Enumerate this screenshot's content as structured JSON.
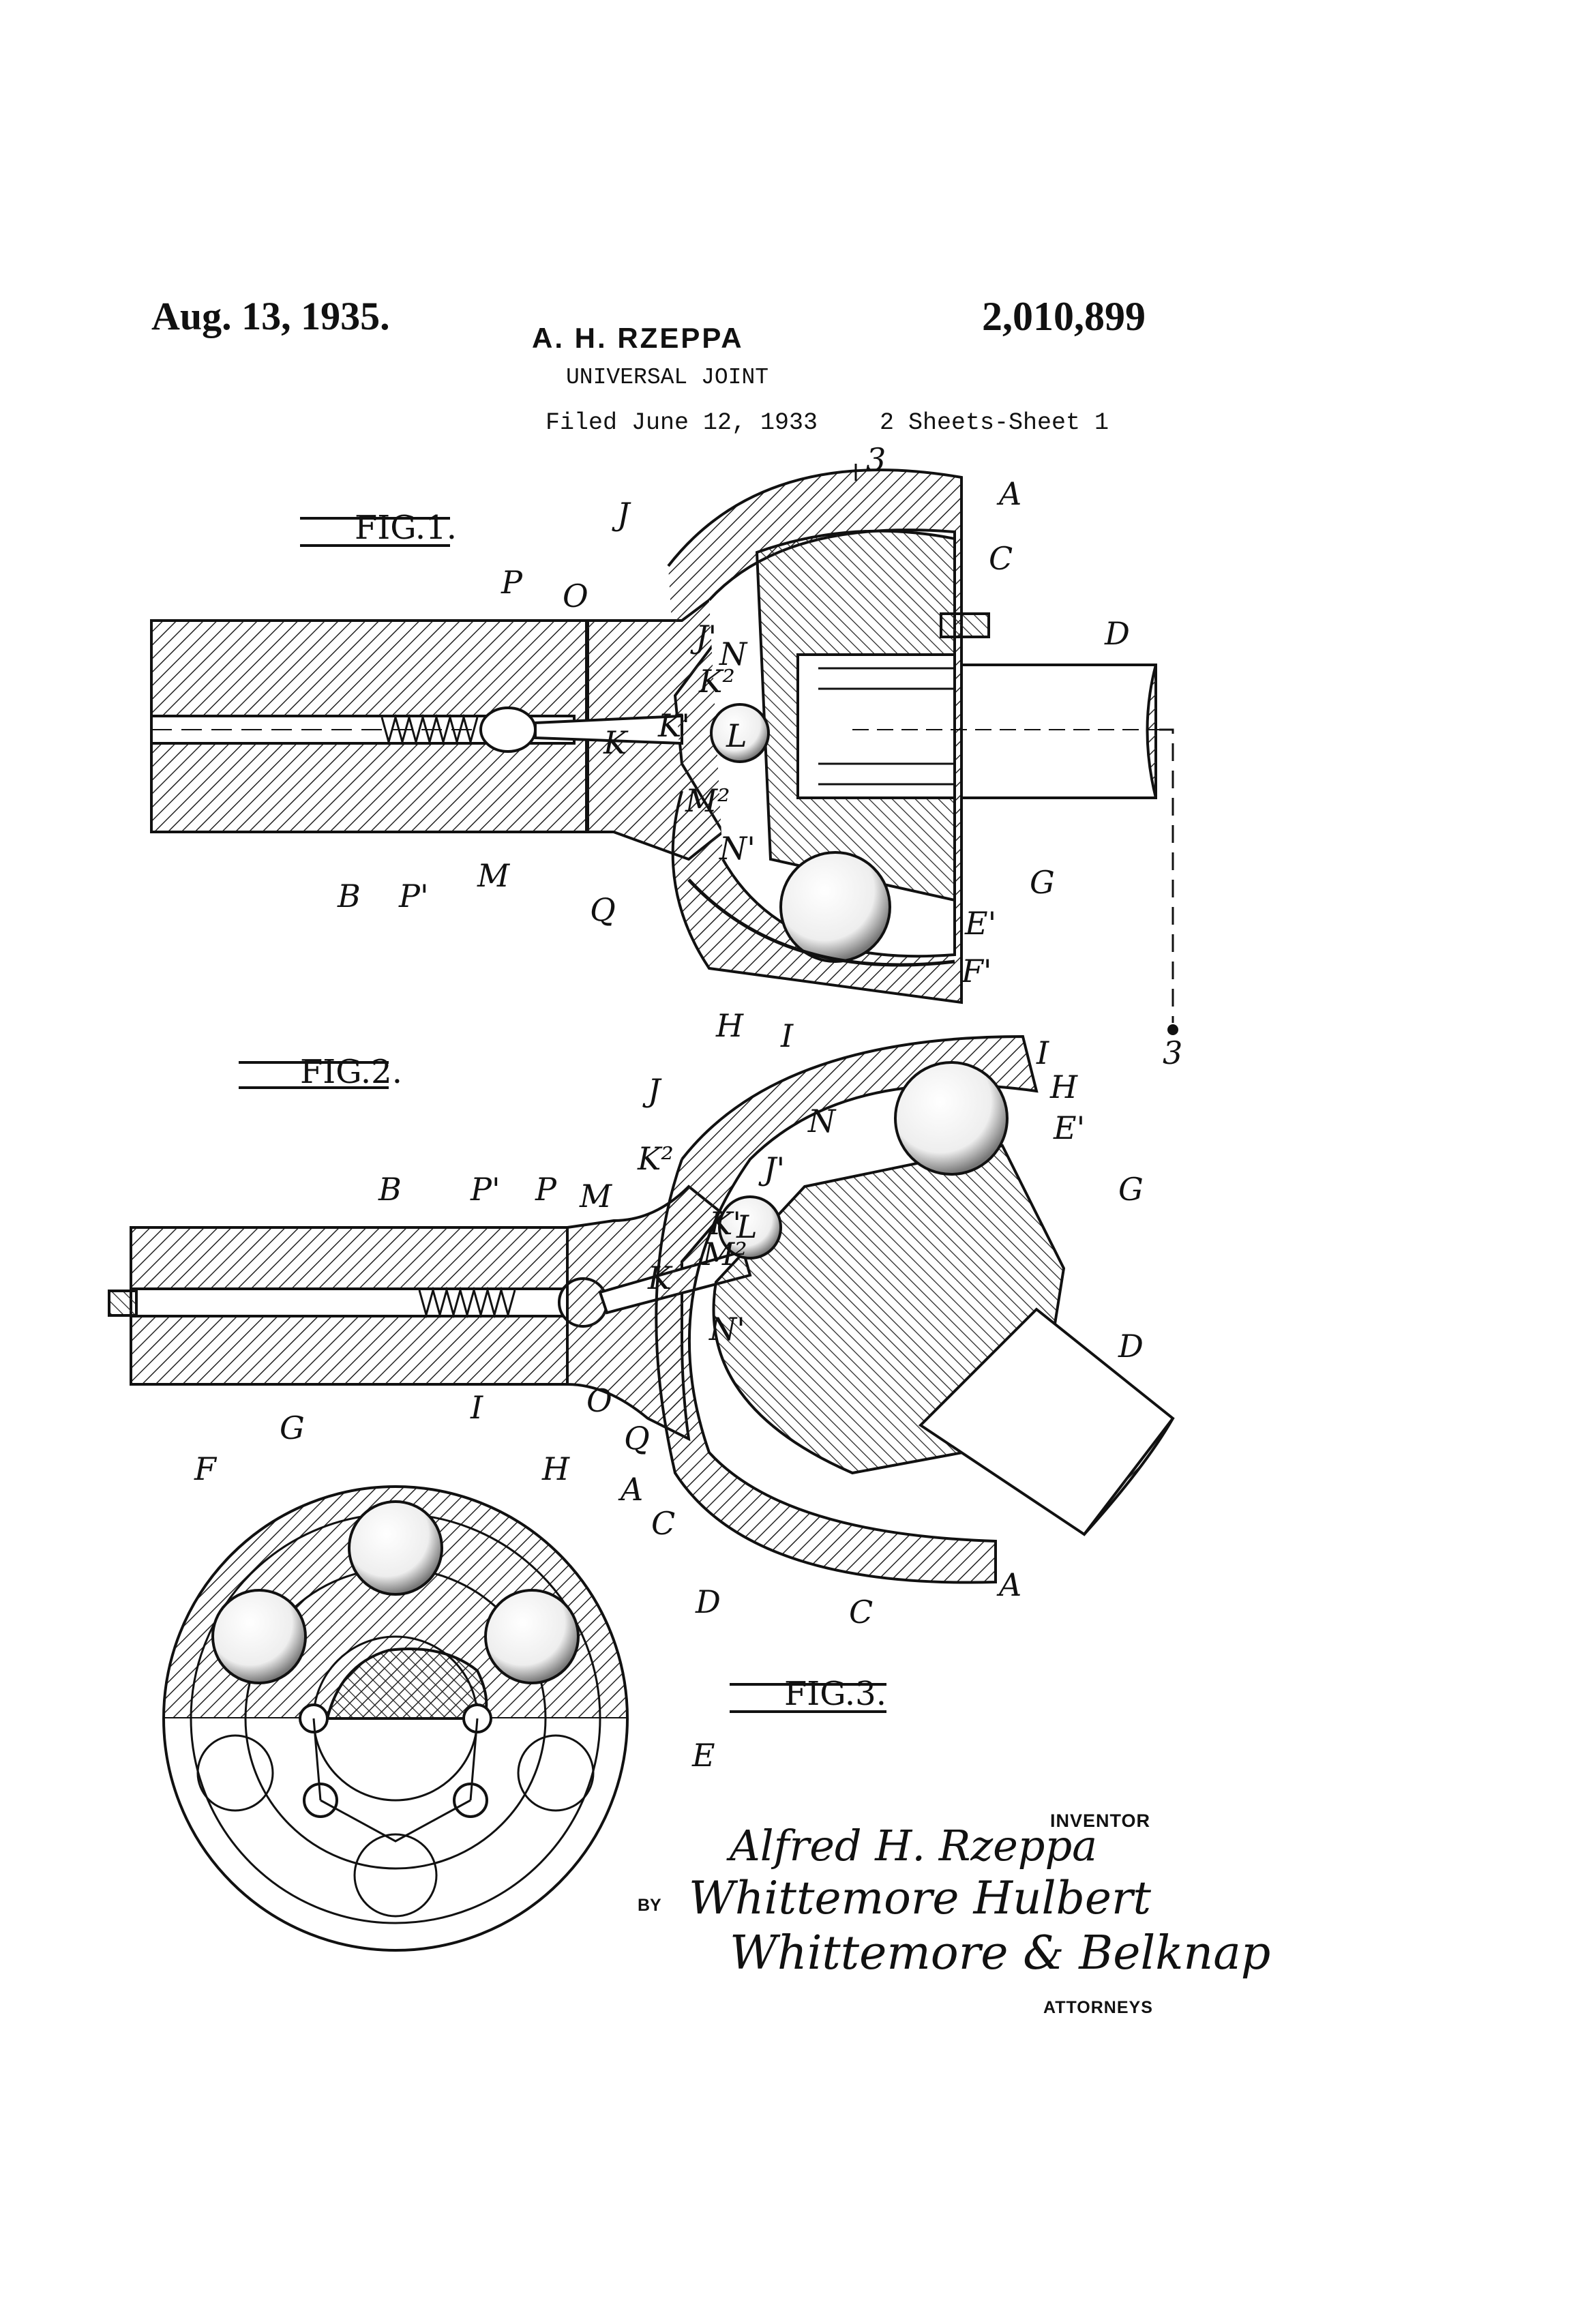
{
  "header": {
    "date": "Aug. 13, 1935.",
    "inventor_name": "A. H. RZEPPA",
    "patent_number": "2,010,899",
    "title": "UNIVERSAL JOINT",
    "filed": "Filed June 12, 1933",
    "sheets": "2 Sheets-Sheet 1"
  },
  "figures": {
    "fig1": "FIG.1.",
    "fig2": "FIG.2.",
    "fig3": "FIG.3."
  },
  "section_marks": {
    "top": "3",
    "side": "3"
  },
  "labels": {
    "fig1": {
      "A": "A",
      "C": "C",
      "J": "J",
      "P": "P",
      "O": "O",
      "J1": "J'",
      "N": "N",
      "K2": "K²",
      "K1": "K'",
      "L": "L",
      "D": "D",
      "K": "K",
      "M2": "M²",
      "N1": "N'",
      "G": "G",
      "E": "E'",
      "F": "F'",
      "B": "B",
      "P1": "P'",
      "M": "M",
      "Q": "Q",
      "H": "H",
      "I": "I"
    },
    "fig2": {
      "J": "J",
      "I": "I",
      "H": "H",
      "E": "E'",
      "N": "N",
      "K2": "K²",
      "J1": "J'",
      "G": "G",
      "B": "B",
      "P1": "P'",
      "P": "P",
      "M": "M",
      "K1": "K'",
      "L": "L",
      "M2": "M²",
      "K": "K",
      "N1": "N'",
      "D": "D",
      "O": "O",
      "Q": "Q",
      "A": "A",
      "C": "C"
    },
    "fig3": {
      "F": "F",
      "G": "G",
      "I": "I",
      "H": "H",
      "A": "A",
      "C": "C",
      "D": "D",
      "E": "E"
    }
  },
  "signature": {
    "inventor_label": "INVENTOR",
    "inventor_signature": "Alfred H. Rzeppa",
    "by_label": "BY",
    "attorney_signature_1": "Whittemore Hulbert",
    "attorney_signature_2": "Whittemore & Belknap",
    "attorneys_label": "ATTORNEYS"
  }
}
